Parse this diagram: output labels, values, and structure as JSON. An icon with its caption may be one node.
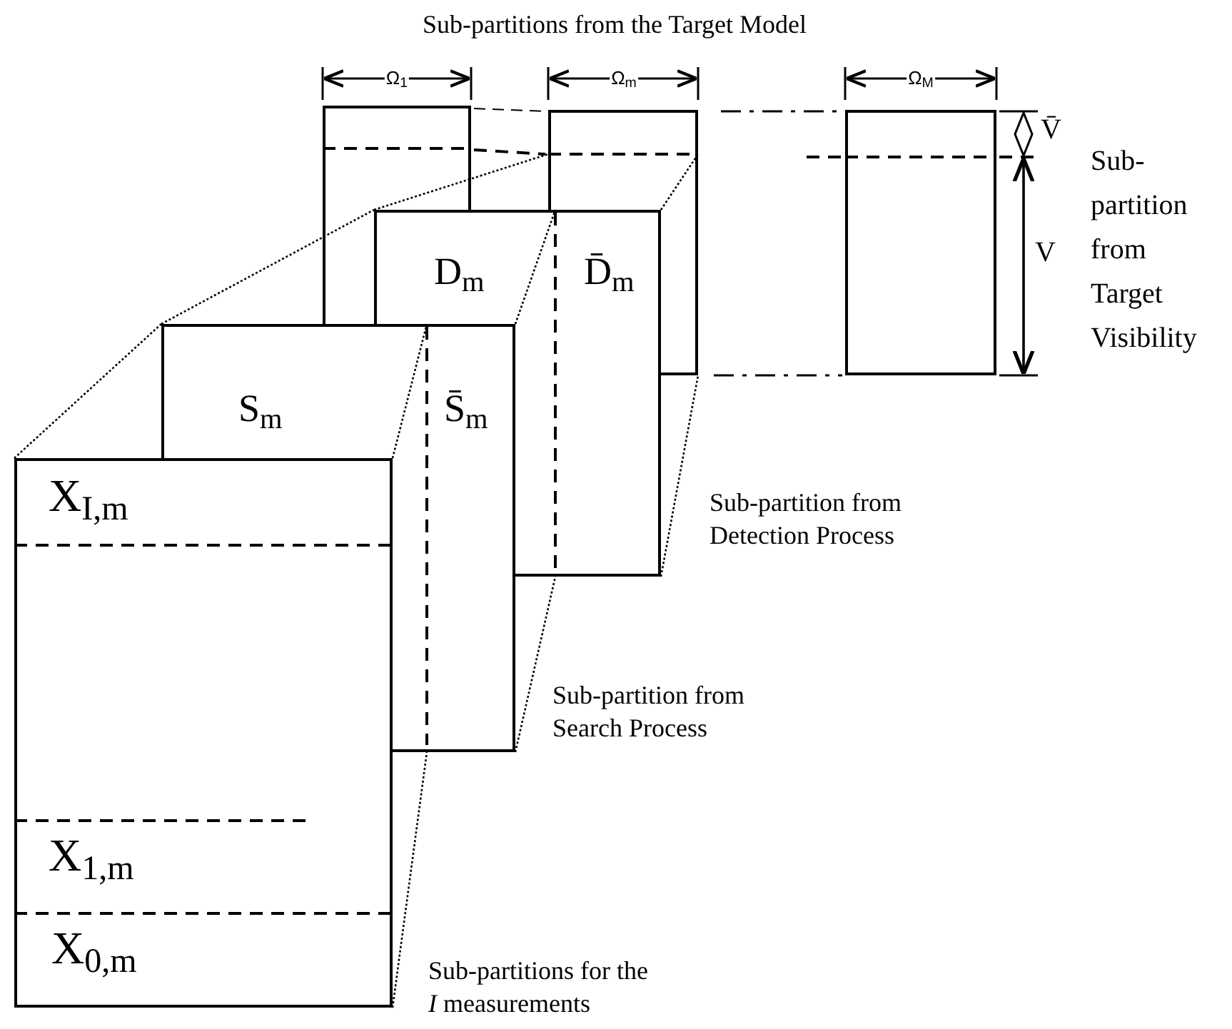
{
  "diagram": {
    "title": "Sub-partitions from the Target Model",
    "nodes": [
      {
        "text": [],
        "shape": "box",
        "beside": [
          "Ω$_{1}$"
        ]
      },
      {
        "text": [],
        "shape": "box",
        "beside": [
          "Ω$_{m}$"
        ]
      },
      {
        "text": [],
        "shape": "box",
        "beside": [
          "Ω$_{M}$"
        ]
      },
      {
        "text": [
          "D$_{m}$"
        ]
      },
      {
        "text": [
          "D̄$_{m}$"
        ]
      },
      {
        "text": [
          "S$_{m}$"
        ]
      },
      {
        "text": [
          "S̄$_{m}$"
        ]
      },
      {
        "text": [
          "X$_{I,m}$",
          "X$_{1,m}$",
          "X$_{0,m}$"
        ]
      }
    ],
    "labels": [
      "V̄",
      "V",
      "Sub-partition from Target Visibility",
      "Sub-partition from Detection Process",
      "Sub-partition from Search Process",
      "Sub-partitions for the *I* measurements"
    ]
  }
}
